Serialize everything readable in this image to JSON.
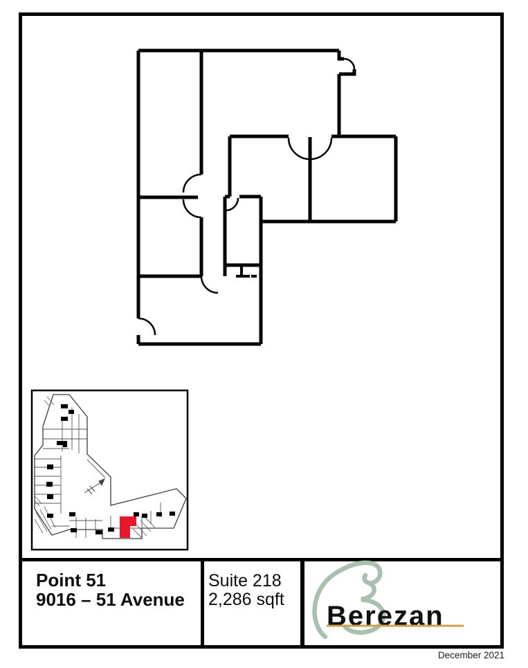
{
  "info_bar": {
    "property_name": "Point 51",
    "property_address": "9016 – 51 Avenue",
    "suite_label": "Suite 218",
    "suite_area": "2,286 sqft"
  },
  "logo": {
    "text": "Berezan",
    "script_color": "#a9c0ae",
    "underline_color": "#c9a24b",
    "text_color": "#111111"
  },
  "footer": {
    "date": "December 2021"
  },
  "floor_plan": {
    "wall_color": "#000000"
  },
  "key_plan": {
    "highlight_color": "#e8192c",
    "outline_color": "#3c3c3c"
  }
}
